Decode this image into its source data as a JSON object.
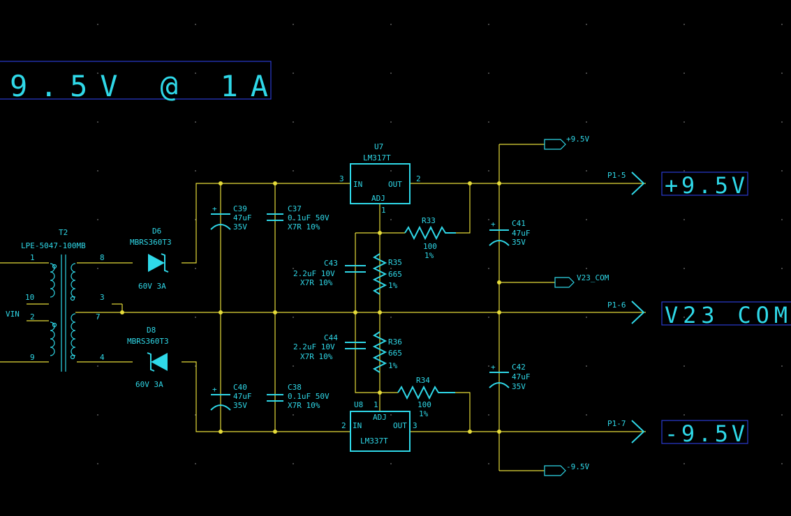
{
  "banner": {
    "text": "9.5V @ 1A"
  },
  "transformer": {
    "ref": "T2",
    "part": "LPE-5047-100MB",
    "pin1": "1",
    "pin10": "10",
    "pin2": "2",
    "pin9": "9",
    "pin8": "8",
    "pin3": "3",
    "pin7": "7",
    "pin4": "4",
    "input_net": "VIN"
  },
  "d6": {
    "ref": "D6",
    "part": "MBRS360T3",
    "rating": "60V 3A"
  },
  "d8": {
    "ref": "D8",
    "part": "MBRS360T3",
    "rating": "60V 3A"
  },
  "c39": {
    "ref": "C39",
    "value": "47uF",
    "voltage": "35V",
    "plus": "+"
  },
  "c37": {
    "ref": "C37",
    "value": "0.1uF 50V",
    "dielectric": "X7R 10%"
  },
  "c40": {
    "ref": "C40",
    "value": "47uF",
    "voltage": "35V",
    "plus": "+"
  },
  "c38": {
    "ref": "C38",
    "value": "0.1uF 50V",
    "dielectric": "X7R 10%"
  },
  "u7": {
    "ref": "U7",
    "part": "LM317T",
    "pin_in": "IN",
    "pin_out": "OUT",
    "pin_adj": "ADJ",
    "num_in": "3",
    "num_out": "2",
    "num_adj": "1"
  },
  "u8": {
    "ref": "U8",
    "part": "LM337T",
    "pin_in": "IN",
    "pin_out": "OUT",
    "pin_adj": "ADJ",
    "num_in": "2",
    "num_out": "3",
    "num_adj": "1"
  },
  "r33": {
    "ref": "R33",
    "value": "100",
    "tol": "1%"
  },
  "r34": {
    "ref": "R34",
    "value": "100",
    "tol": "1%"
  },
  "r35": {
    "ref": "R35",
    "value": "665",
    "tol": "1%"
  },
  "r36": {
    "ref": "R36",
    "value": "665",
    "tol": "1%"
  },
  "c43": {
    "ref": "C43",
    "value": "2.2uF 10V",
    "dielectric": "X7R 10%"
  },
  "c44": {
    "ref": "C44",
    "value": "2.2uF 10V",
    "dielectric": "X7R 10%"
  },
  "c41": {
    "ref": "C41",
    "value": "47uF",
    "voltage": "35V",
    "plus": "+"
  },
  "c42": {
    "ref": "C42",
    "value": "47uF",
    "voltage": "35V",
    "plus": "+"
  },
  "nets": {
    "pos": "+9.5V",
    "com": "V23_COM",
    "neg": "-9.5V"
  },
  "connectors": {
    "p1_5": "P1-5",
    "p1_6": "P1-6",
    "p1_7": "P1-7"
  },
  "out_labels": {
    "pos": "+9.5V",
    "com": "V23 COM",
    "neg": "-9.5V"
  },
  "colors": {
    "background": "#000000",
    "component": "#2fd8e8",
    "wire": "#e6dc3a",
    "frame": "#2a3bd0"
  }
}
